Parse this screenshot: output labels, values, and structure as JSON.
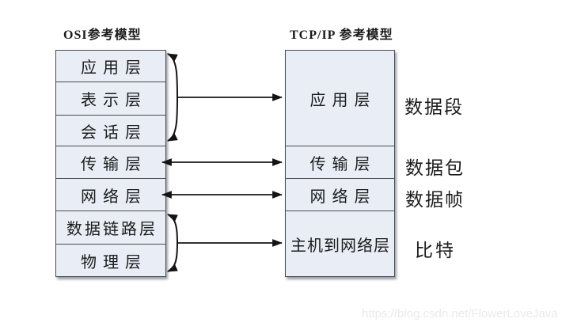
{
  "diagram": {
    "osi": {
      "title": "OSI参考模型",
      "layers": [
        "应用层",
        "表示层",
        "会话层",
        "传输层",
        "网络层",
        "数据链路层",
        "物理层"
      ]
    },
    "tcpip": {
      "title": "TCP/IP 参考模型",
      "layers": [
        "应用层",
        "传输层",
        "网络层",
        "主机到网络层"
      ]
    },
    "data_units": {
      "segment": "数据段",
      "packet": "数据包",
      "frame": "数据帧",
      "bit": "比特"
    },
    "watermark": "https://blog.csdn.net/FlowerLoveJava",
    "colors": {
      "box_fill": "#e9eef6",
      "box_border": "#4a4a52",
      "line": "#141414",
      "text": "#1b1b1b",
      "watermark": "#eaeaea",
      "shadow": "#9aa0a8"
    }
  }
}
